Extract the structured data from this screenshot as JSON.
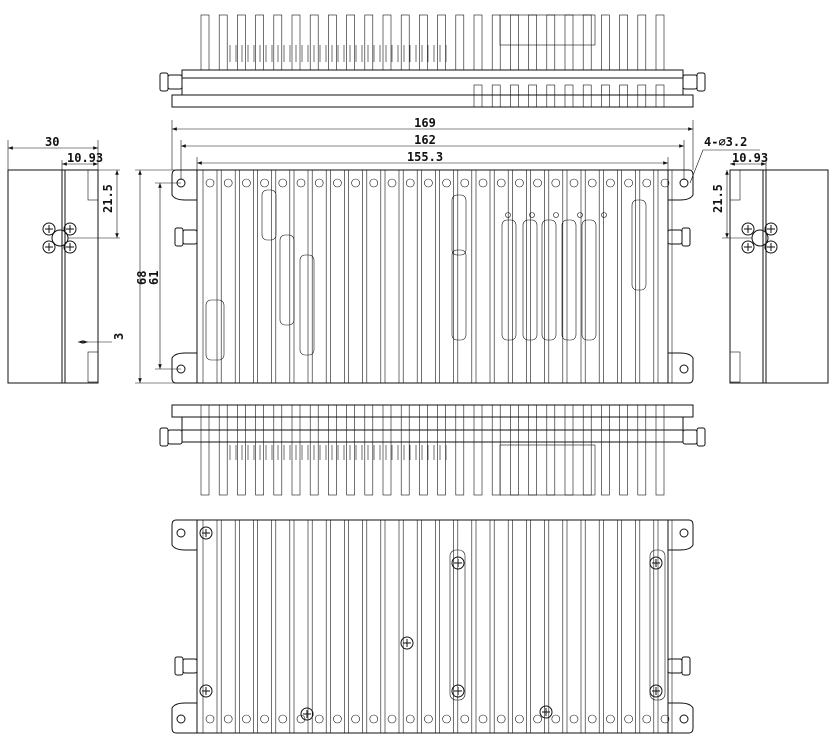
{
  "dimensions": {
    "overall_length": "169",
    "hole_spacing_length": "162",
    "body_length": "155.3",
    "holes": "4-⌀3.2",
    "side_width": "30",
    "connector_offset_left": "10.93",
    "connector_height_left": "21.5",
    "overall_height": "68",
    "hole_spacing_height": "61",
    "base_thickness": "3",
    "connector_offset_right": "10.93",
    "connector_height_right": "21.5"
  }
}
